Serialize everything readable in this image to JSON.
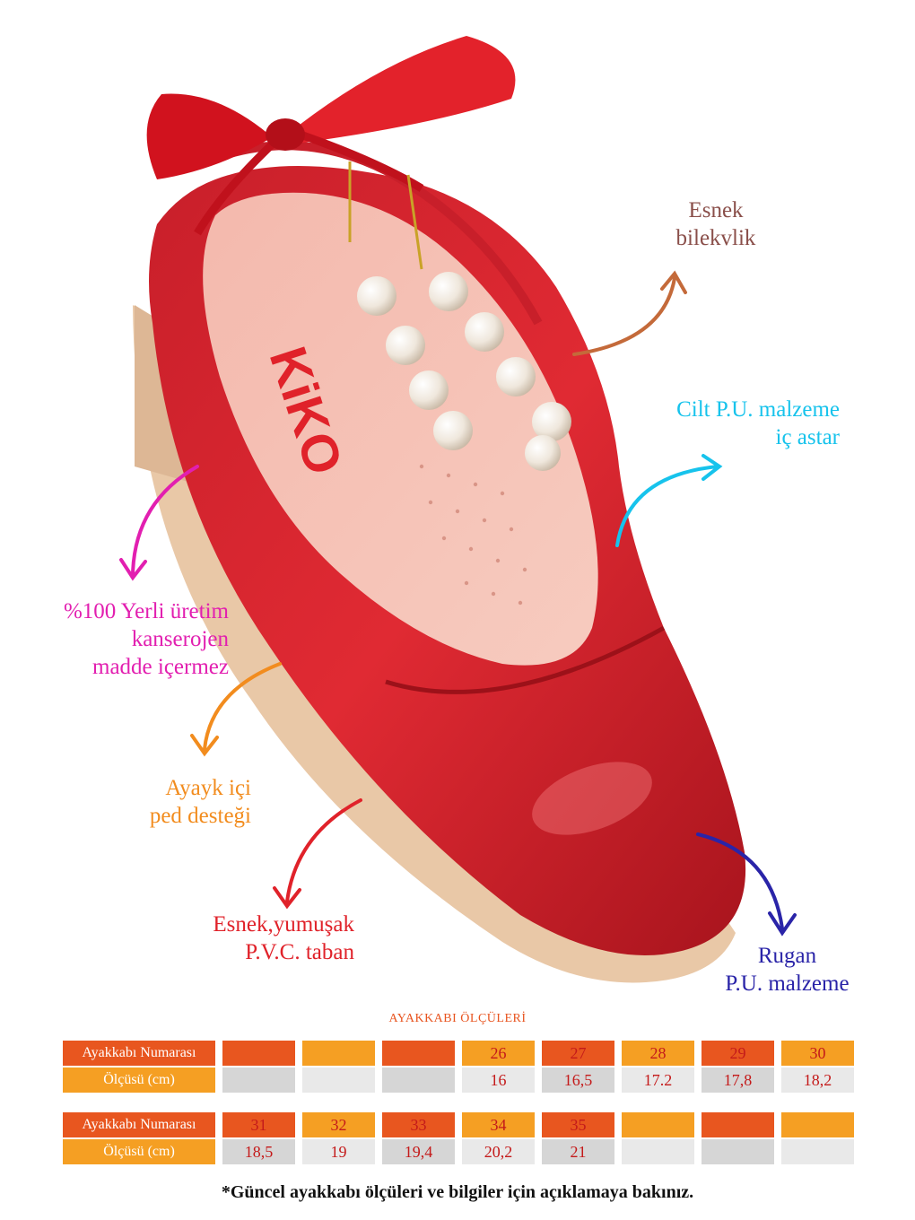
{
  "callouts": {
    "wrist": {
      "lines": [
        "Esnek",
        "bilekvlik"
      ],
      "color": "#8a4f4a"
    },
    "lining": {
      "lines": [
        "Cilt P.U. malzeme",
        "iç astar"
      ],
      "color": "#17c3ec"
    },
    "local": {
      "lines": [
        "%100 Yerli üretim",
        "kanserojen",
        "madde içermez"
      ],
      "color": "#e21fb0"
    },
    "pad": {
      "lines": [
        "Ayayk içi",
        "ped desteği"
      ],
      "color": "#f28c1e"
    },
    "sole": {
      "lines": [
        "Esnek,yumuşak",
        "P.V.C. taban"
      ],
      "color": "#e0222a"
    },
    "patent": {
      "lines": [
        "Rugan",
        "P.U. malzeme"
      ],
      "color": "#2a24a8"
    }
  },
  "brand": {
    "logo_text": "KiKO"
  },
  "size_chart": {
    "title": "AYAKKABI ÖLÇÜLERİ",
    "row_label_number": "Ayakkabı Numarası",
    "row_label_size": "Ölçüsü (cm)",
    "table1": {
      "numbers": [
        "",
        "",
        "",
        "26",
        "27",
        "28",
        "29",
        "30"
      ],
      "sizes": [
        "",
        "",
        "",
        "16",
        "16,5",
        "17.2",
        "17,8",
        "18,2"
      ]
    },
    "table2": {
      "numbers": [
        "31",
        "32",
        "33",
        "34",
        "35",
        "",
        "",
        ""
      ],
      "sizes": [
        "18,5",
        "19",
        "19,4",
        "20,2",
        "21",
        "",
        "",
        ""
      ]
    },
    "colors": {
      "red": "#e8561f",
      "orange": "#f59f23",
      "gray": "#d6d6d6",
      "light": "#e9e9e9"
    }
  },
  "footnote": "*Güncel ayakkabı ölçüleri ve bilgiler için açıklamaya bakınız."
}
